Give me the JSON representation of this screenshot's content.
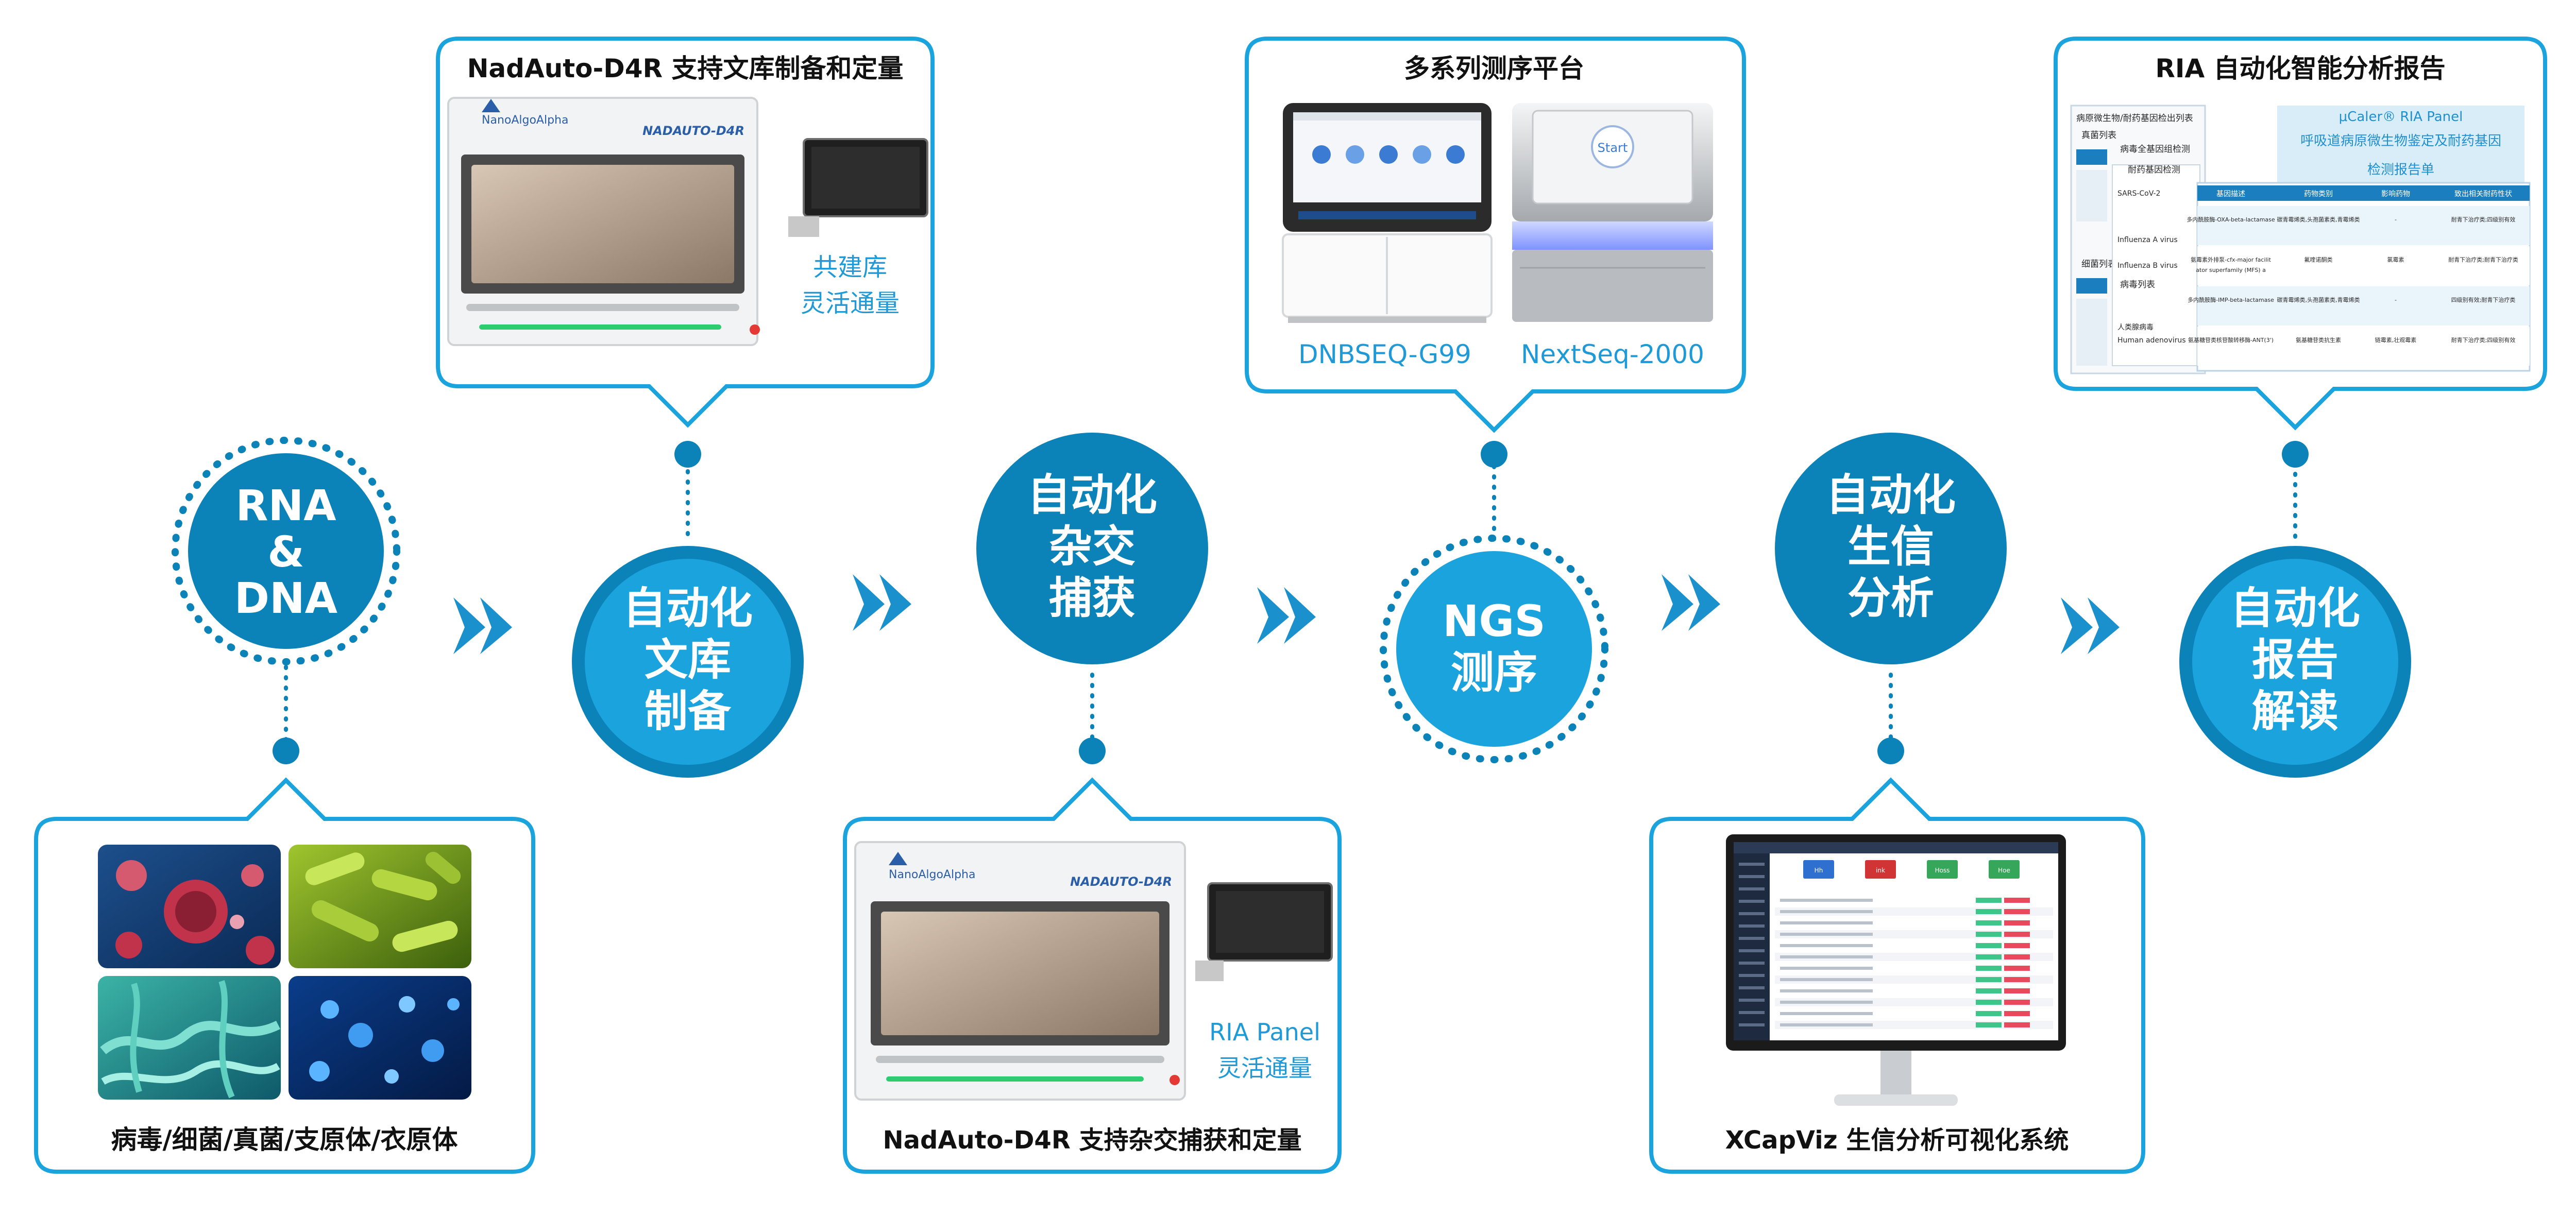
{
  "colors": {
    "primary_blue": "#0b82b8",
    "accent_blue": "#1f9ad6",
    "light_blue_border": "#1aa3dc",
    "arrow_blue": "#1a90cc"
  },
  "steps": [
    {
      "id": "rna-dna",
      "lines": [
        "RNA",
        "&",
        "DNA"
      ],
      "style": "dotted"
    },
    {
      "id": "library-prep",
      "lines": [
        "自动化",
        "文库",
        "制备"
      ],
      "style": "solid"
    },
    {
      "id": "hybrid-capture",
      "lines": [
        "自动化",
        "杂交",
        "捕获"
      ],
      "style": "solid"
    },
    {
      "id": "ngs-sequencing",
      "lines": [
        "NGS",
        "测序"
      ],
      "style": "dotted"
    },
    {
      "id": "bioinformatics",
      "lines": [
        "自动化",
        "生信",
        "分析"
      ],
      "style": "solid"
    },
    {
      "id": "report",
      "lines": [
        "自动化",
        "报告",
        "解读"
      ],
      "style": "solid"
    }
  ],
  "cards": {
    "pathogens": {
      "caption": "病毒/细菌/真菌/支原体/衣原体"
    },
    "nadauto_library": {
      "title": "NadAuto-D4R 支持文库制备和定量",
      "side_lines": [
        "共建库",
        "灵活通量"
      ],
      "device_brand": "NanoAlgoAlpha",
      "device_model": "NADAUTO-D4R"
    },
    "nadauto_capture": {
      "caption": "NadAuto-D4R 支持杂交捕获和定量",
      "side_lines": [
        "RIA Panel",
        "灵活通量"
      ],
      "device_brand": "NanoAlgoAlpha",
      "device_model": "NADAUTO-D4R"
    },
    "sequencers": {
      "title": "多系列测序平台",
      "labels": [
        "DNBSEQ-G99",
        "NextSeq-2000"
      ],
      "screen_button": "Start"
    },
    "xcapviz": {
      "caption": "XCapViz 生信分析可视化系统"
    },
    "ria_report": {
      "title": "RIA 自动化智能分析报告",
      "header_line1": "μCaler® RIA Panel",
      "header_line2": "呼吸道病原微生物鉴定及耐药基因",
      "header_line3": "检测报告单",
      "side_lines": [
        "病原微生物/耐药基因检出列表",
        "真菌列表",
        "病毒全基因组检测",
        "耐药基因检测",
        "细菌列表",
        "病毒列表"
      ],
      "table_headers": [
        "基因描述",
        "药物类别",
        "影响药物",
        "致出相关耐药性状"
      ],
      "table_rows": [
        [
          "多内酰胺酶-OXA-beta-lactamase",
          "碳青霉烯类,头孢菌素类,青霉烯类",
          "-",
          "耐青下治疗类;四级别有效"
        ],
        [
          "氨霉素外排泵-cfx-major facilitator superfamily (MFS) antibiotic efflux pump",
          "氟喹诺酮类",
          "氯霉素",
          "耐青下治疗类;耐青下治疗类"
        ],
        [
          "多内酰胺酶-IMP-beta-lactamase",
          "碳青霉烯类,头孢菌素类,青霉烯类",
          "-",
          "四级别有效;耐青下治疗类"
        ],
        [
          "氨基糖苷类核苷酸转移酶-ANT(3')",
          "氨基糖苷类抗生素",
          "链霉素,壮观霉素",
          "耐青下治疗类;四级别有效"
        ]
      ],
      "mid_text": [
        "SARS-CoV-2",
        "Influenza A virus",
        "Influenza B virus",
        "人类腺病毒",
        "Human adenovirus"
      ]
    }
  },
  "screen_monitor": {
    "buttons": [
      "Hh",
      "ink",
      "Hoss",
      "Hoe"
    ],
    "rows": 12
  }
}
